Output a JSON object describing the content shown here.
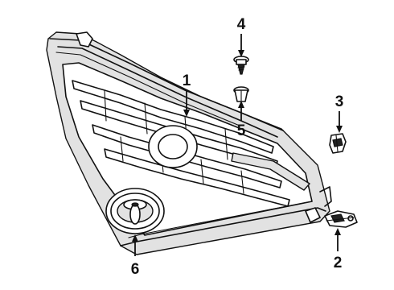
{
  "diagram": {
    "callouts": [
      {
        "id": "callout-1",
        "label": "1"
      },
      {
        "id": "callout-2",
        "label": "2"
      },
      {
        "id": "callout-3",
        "label": "3"
      },
      {
        "id": "callout-4",
        "label": "4"
      },
      {
        "id": "callout-5",
        "label": "5"
      },
      {
        "id": "callout-6",
        "label": "6"
      }
    ],
    "parts": [
      {
        "id": "part-1",
        "name": "grille-assembly"
      },
      {
        "id": "part-2",
        "name": "side-clip"
      },
      {
        "id": "part-3",
        "name": "retainer-clip"
      },
      {
        "id": "part-4",
        "name": "screw"
      },
      {
        "id": "part-5",
        "name": "push-clip"
      },
      {
        "id": "part-6",
        "name": "emblem"
      }
    ]
  }
}
